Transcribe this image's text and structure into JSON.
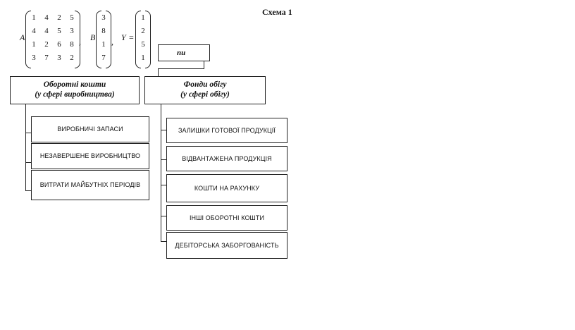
{
  "scheme_label": "Схема 1",
  "matrices": {
    "A": {
      "label": "A",
      "rows": [
        [
          "1",
          "4",
          "2",
          "5"
        ],
        [
          "4",
          "4",
          "5",
          "3"
        ],
        [
          "1",
          "2",
          "6",
          "8"
        ],
        [
          "3",
          "7",
          "3",
          "2"
        ]
      ]
    },
    "B": {
      "label": "B",
      "rows": [
        "3",
        "8",
        "1",
        "7"
      ]
    },
    "Y": {
      "label": "Y",
      "rows": [
        "1",
        "2",
        "5",
        "1"
      ]
    },
    "equals": "=",
    "comma": ","
  },
  "top_box": {
    "partial_label": "пи"
  },
  "left_category": {
    "title": "Оборотні кошти",
    "subtitle": "(у сфері виробництва)",
    "items": [
      "ВИРОБНИЧІ ЗАПАСИ",
      "НЕЗАВЕРШЕНЕ ВИРОБНИЦТВО",
      "ВИТРАТИ МАЙБУТНІХ ПЕРІОДІВ"
    ]
  },
  "right_category": {
    "title": "Фонди обігу",
    "subtitle": "(у сфері обігу)",
    "items": [
      "ЗАЛИШКИ ГОТОВОЇ ПРОДУКЦІЇ",
      "ВІДВАНТАЖЕНА ПРОДУКЦІЯ",
      "КОШТИ НА РАХУНКУ",
      "ІНШІ ОБОРОТНІ КОШТИ",
      "ДЕБІТОРСЬКА ЗАБОРГОВАНІСТЬ"
    ]
  }
}
